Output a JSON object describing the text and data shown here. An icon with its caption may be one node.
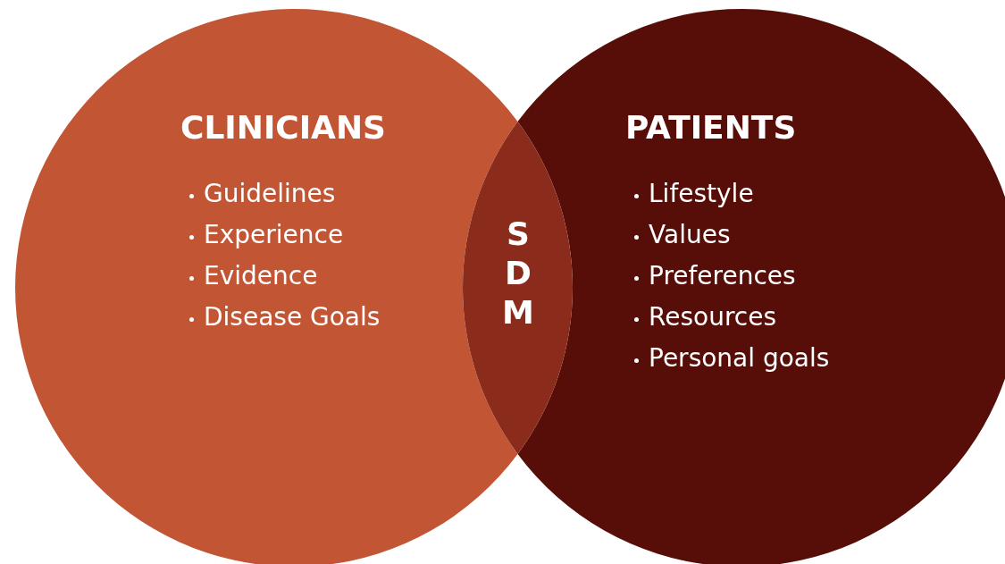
{
  "diagram": {
    "nodes": [
      {
        "text": [
          "CLINICIANS",
          "Guidelines",
          "Experience",
          "Evidence",
          "Disease Goals"
        ]
      },
      {
        "text": [
          "PATIENTS",
          "Lifestyle",
          "Values",
          "Preferences",
          "Resources",
          "Personal goals"
        ]
      },
      {
        "text": [
          "SDM"
        ]
      }
    ],
    "edges": []
  }
}
